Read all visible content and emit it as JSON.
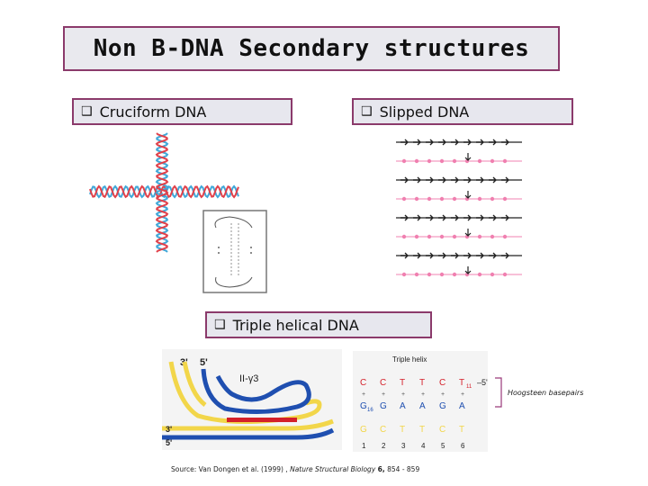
{
  "title": "Non B-DNA Secondary structures",
  "bullets": {
    "cruciform": "Cruciform DNA",
    "slipped": "Slipped DNA",
    "triple": "Triple helical DNA"
  },
  "bullet_icon": "checkbox-square-icon",
  "triple_figure": {
    "label_3prime": "3'",
    "label_5prime": "5'",
    "gene_label": "II-γ3",
    "panel_title": "Triple helix",
    "end_label": "–5'",
    "top_row": [
      "C",
      "C",
      "T",
      "T",
      "C",
      "T"
    ],
    "top_row_subscript_last": "11",
    "middle_row": [
      "G",
      "G",
      "A",
      "A",
      "G",
      "A"
    ],
    "middle_row_subscript_first": "16",
    "bottom_row": [
      "G",
      "C",
      "T",
      "T",
      "C",
      "T"
    ],
    "position_numbers": [
      "1",
      "2",
      "3",
      "4",
      "5",
      "6"
    ],
    "annotation": "Hoogsteen basepairs"
  },
  "source": {
    "prefix": "Source: Van Dongen et al. (1999) ,",
    "journal": "Nature Structural Biology",
    "volume": "6,",
    "pages": "854 - 859"
  },
  "colors": {
    "border": "#8b3a6b",
    "box_fill": "#e7e7ee",
    "strand_blue": "#1f4fb0",
    "strand_yellow": "#f2d64a",
    "strand_red": "#d4202a",
    "helix_cyan": "#3fa7d8",
    "helix_red": "#e0404a",
    "pink": "#f080b0"
  }
}
